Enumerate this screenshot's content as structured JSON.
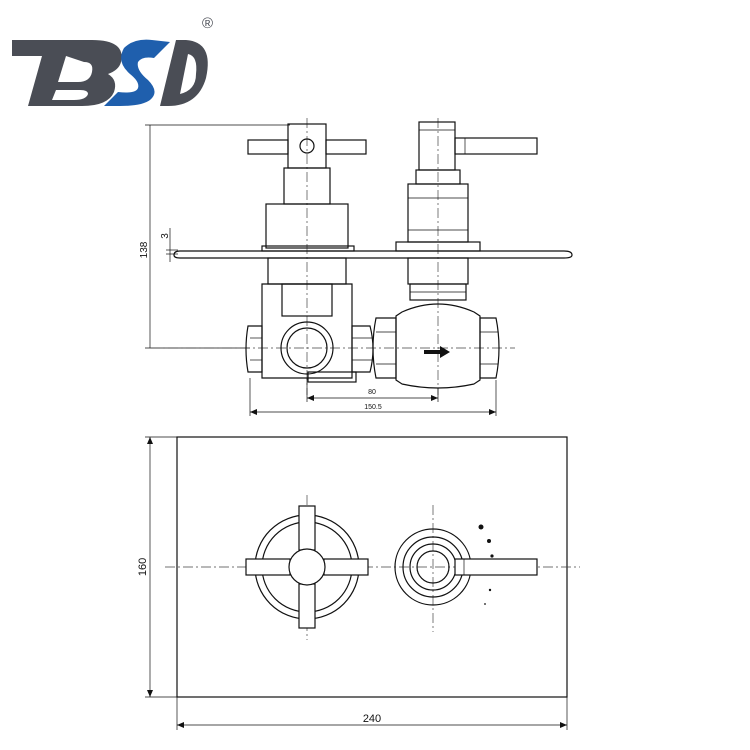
{
  "brand": {
    "logo_letters": "BSD",
    "registered_mark": "®",
    "colors": {
      "gray": "#4a4d55",
      "blue": "#1f5fad"
    }
  },
  "side_view": {
    "dim_overall_height": "138",
    "dim_plate_thickness": "3",
    "dim_inlet_spacing": "80",
    "dim_overall_width": "150.5",
    "flow_arrow_icon": "right-arrow-icon"
  },
  "front_view": {
    "dim_plate_height": "160",
    "dim_plate_width": "240",
    "left_handle_icon": "cross-handle-icon",
    "right_handle_icon": "lever-handle-icon"
  },
  "colors": {
    "line": "#111111"
  }
}
